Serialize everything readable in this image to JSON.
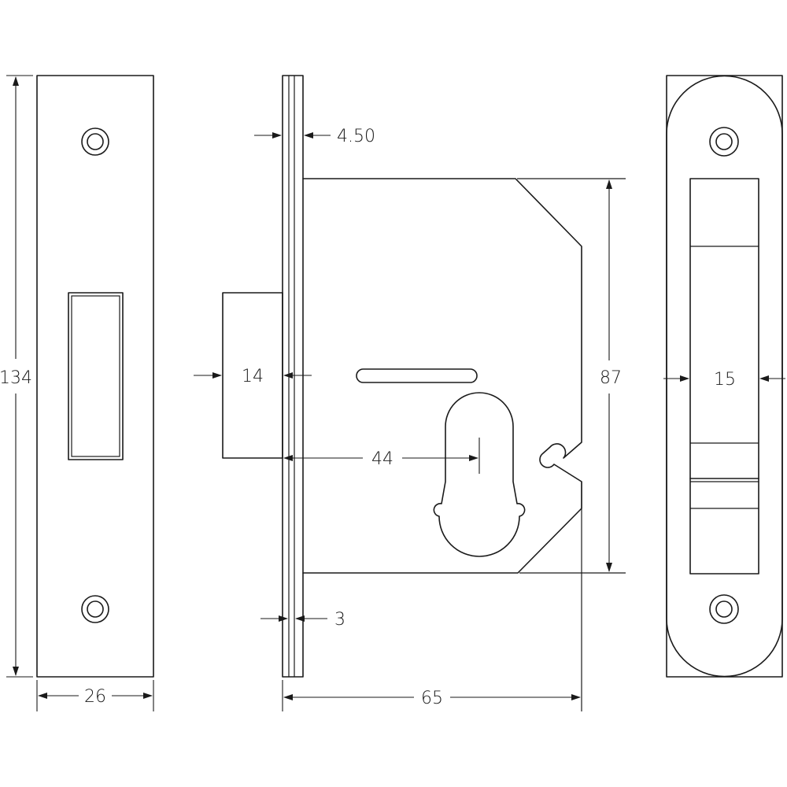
{
  "dimensions": {
    "forend_height": "134",
    "forend_width": "26",
    "forend_thickness": "4.50",
    "backset_offset": "14",
    "backset": "44",
    "case_height": "87",
    "plate_thickness": "3",
    "case_depth": "65",
    "striker_width": "15"
  },
  "views": {
    "front": "front-view-forend",
    "side": "side-view-lock-body",
    "striker": "striker-plate-view"
  },
  "colors": {
    "line": "#1a1a1a",
    "background": "#ffffff"
  }
}
